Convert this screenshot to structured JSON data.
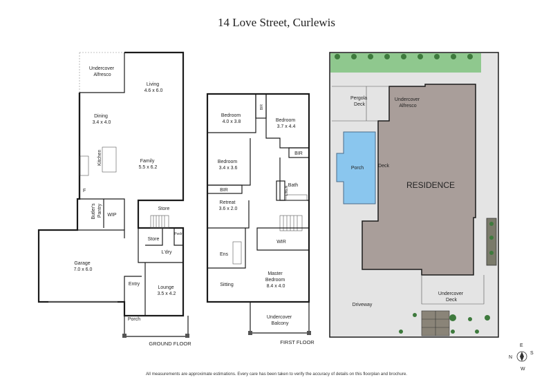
{
  "title": "14 Love Street, Curlewis",
  "ground_floor": {
    "label": "GROUND FLOOR",
    "rooms": {
      "undercover_alfresco": [
        "Undercover",
        "Alfresco"
      ],
      "living": [
        "Living",
        "4.6 x 6.0"
      ],
      "dining": [
        "Dining",
        "3.4 x 4.0"
      ],
      "family": [
        "Family",
        "5.5 x 6.2"
      ],
      "kitchen": "Kitchen",
      "fridge": "F",
      "butlers_pantry": [
        "Butler's",
        "Pantry"
      ],
      "wip": "WIP",
      "store1": "Store",
      "store2": "Store",
      "pwdr": "Pwdr",
      "ldry": "L'dry",
      "garage": [
        "Garage",
        "7.0 x 6.0"
      ],
      "entry": "Entry",
      "lounge": [
        "Lounge",
        "3.5 x 4.2"
      ],
      "porch": "Porch"
    }
  },
  "first_floor": {
    "label": "FIRST FLOOR",
    "rooms": {
      "bedroom1": [
        "Bedroom",
        "4.0 x 3.8"
      ],
      "bir1": "BIR",
      "bedroom2": [
        "Bedroom",
        "3.7 x 4.4"
      ],
      "bir2": "BIR",
      "bedroom3": [
        "Bedroom",
        "3.4 x 3.6"
      ],
      "bir3": "BIR",
      "linen": "LINEN",
      "bath": "Bath",
      "retreat": [
        "Retreat",
        "3.6 x 2.0"
      ],
      "wir": "WIR",
      "ens": "Ens",
      "sitting": "Sitting",
      "master": [
        "Master",
        "Bedroom",
        "8.4 x 4.0"
      ],
      "balcony": [
        "Undercover",
        "Balcony"
      ]
    }
  },
  "site_plan": {
    "residence": "RESIDENCE",
    "pergola": [
      "Pergola",
      "Deck"
    ],
    "alfresco": [
      "Undercover",
      "Alfresco"
    ],
    "porch": "Porch",
    "deck": "Deck",
    "driveway": "Driveway",
    "undercover_deck": [
      "Undercover",
      "Deck"
    ],
    "colors": {
      "pool": "#8ac6ee",
      "lawn": "#8fc88e",
      "residence": "#a99e9a",
      "site": "#e4e4e4"
    }
  },
  "compass": {
    "n": "N",
    "e": "E",
    "s": "S",
    "w": "W"
  },
  "disclaimer": "All measurements are approximate estimations. Every care has been taken to verify the accuracy of details on this floorplan and brochure."
}
